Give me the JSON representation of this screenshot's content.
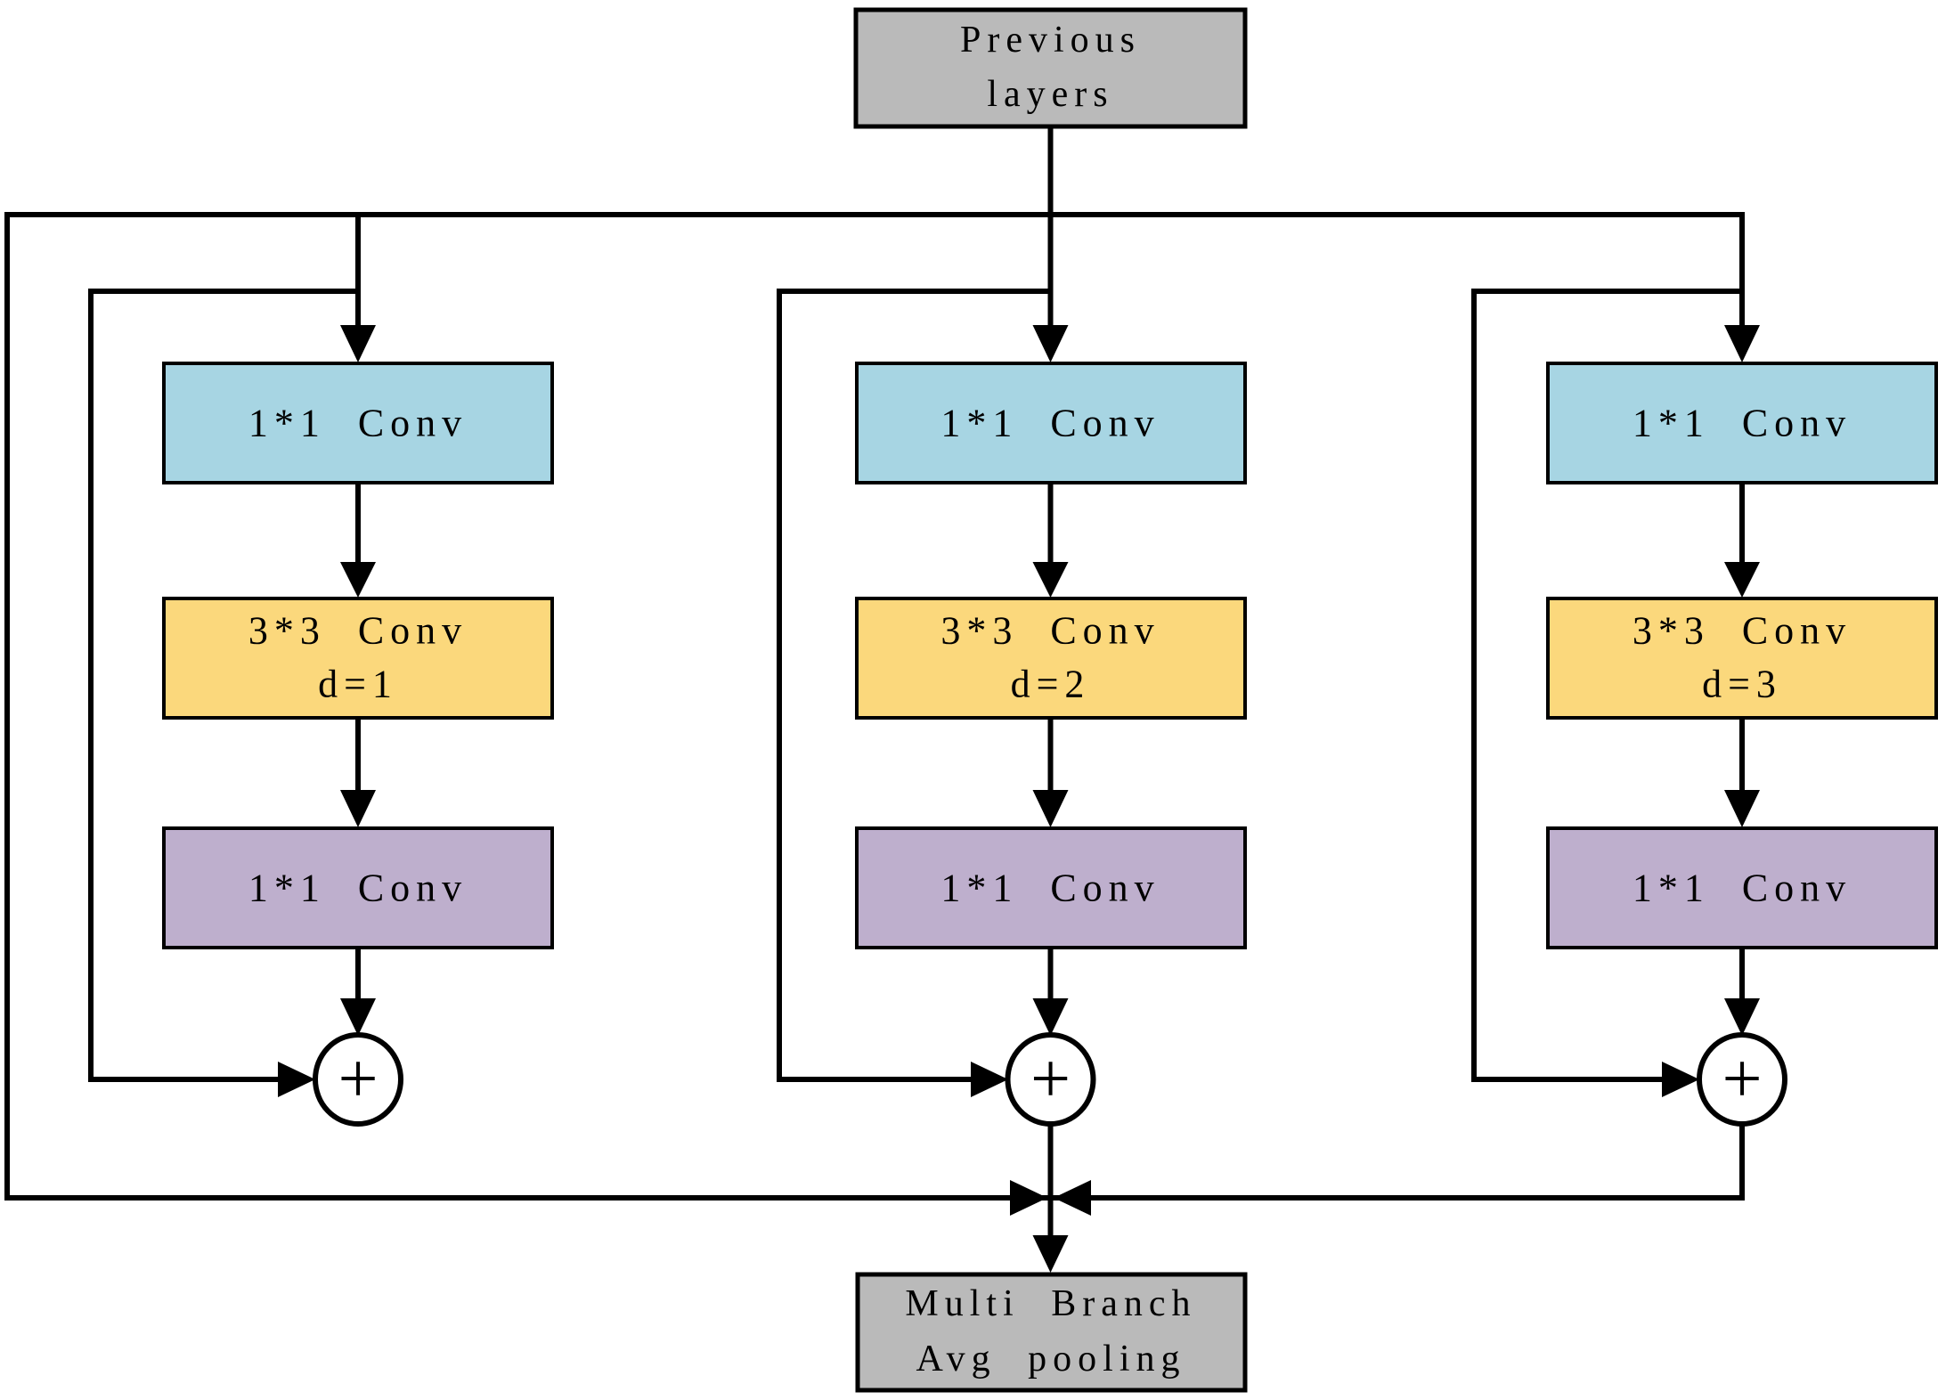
{
  "diagram": {
    "input_node": {
      "line1": "Previous",
      "line2": "layers"
    },
    "output_node": {
      "line1": "Multi Branch",
      "line2": "Avg pooling"
    },
    "branches": [
      {
        "reduce_conv": "1*1 Conv",
        "dilated_conv": "3*3 Conv",
        "dilation": "d=1",
        "expand_conv": "1*1 Conv"
      },
      {
        "reduce_conv": "1*1 Conv",
        "dilated_conv": "3*3 Conv",
        "dilation": "d=2",
        "expand_conv": "1*1 Conv"
      },
      {
        "reduce_conv": "1*1 Conv",
        "dilated_conv": "3*3 Conv",
        "dilation": "d=3",
        "expand_conv": "1*1 Conv"
      }
    ],
    "icons": {
      "sum": "+"
    },
    "colors": {
      "node_gray": "#bababa",
      "conv_blue": "#a7d5e3",
      "conv_yellow": "#fbd87c",
      "conv_purple": "#beafcd",
      "wire_black": "#000000",
      "background": "#ffffff"
    }
  }
}
